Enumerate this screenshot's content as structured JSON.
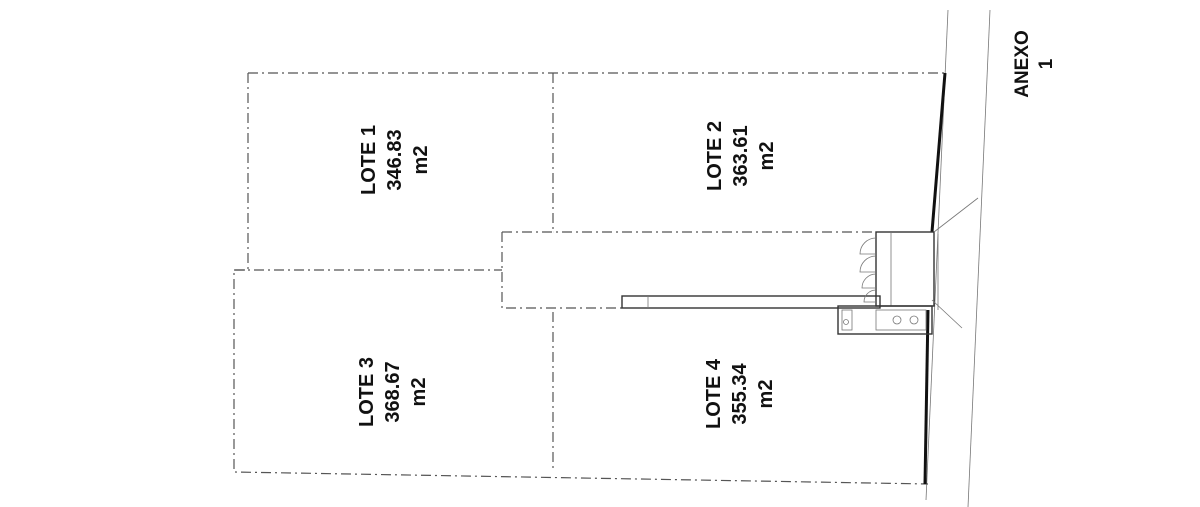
{
  "lots": [
    {
      "id": "lote-1",
      "name": "LOTE 1",
      "area": "346.83",
      "unit": "m2"
    },
    {
      "id": "lote-2",
      "name": "LOTE 2",
      "area": "363.61",
      "unit": "m2"
    },
    {
      "id": "lote-3",
      "name": "LOTE 3",
      "area": "368.67",
      "unit": "m2"
    },
    {
      "id": "lote-4",
      "name": "LOTE 4",
      "area": "355.34",
      "unit": "m2"
    }
  ],
  "annex": {
    "title": "ANEXO",
    "number": "1"
  }
}
